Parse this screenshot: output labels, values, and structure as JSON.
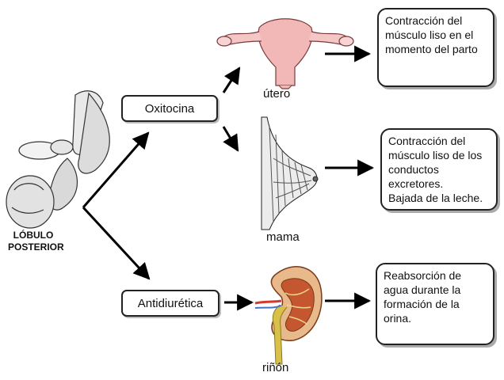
{
  "lobe": {
    "line1": "LÓBULO",
    "line2": "POSTERIOR"
  },
  "hormones": {
    "oxytocin": "Oxitocina",
    "antidiuretic": "Antidiurética"
  },
  "organs": {
    "uterus": "útero",
    "breast": "mama",
    "kidney": "riñón"
  },
  "effects": {
    "uterus": "Contracción del músculo liso en el momento del parto",
    "breast_line1": "Contracción del músculo liso de los conductos",
    "breast_line2": "excretores.",
    "breast_line3": "Bajada de la leche.",
    "kidney": "Reabsorción de agua durante la formación de la orina."
  },
  "colors": {
    "uterus": "#f2b7b7",
    "kidney_outer": "#e8b98a",
    "kidney_inner": "#c4572f",
    "ureter": "#d8c04a"
  }
}
